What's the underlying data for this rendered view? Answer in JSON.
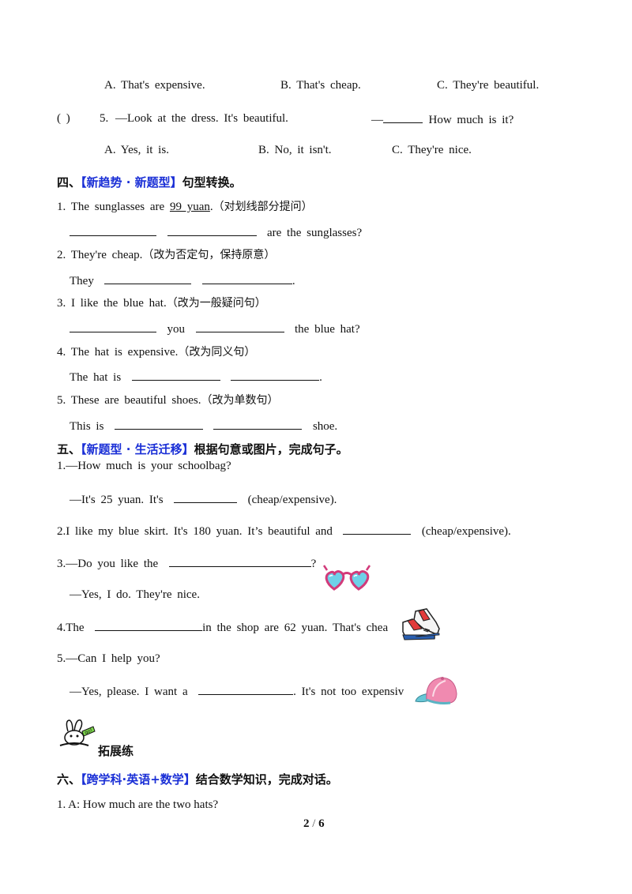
{
  "q4_options": {
    "a": "A.  That's  expensive.",
    "b": "B.  That's  cheap.",
    "c": "C.  They're  beautiful."
  },
  "q5": {
    "paren": "(        )",
    "num": "5.",
    "prompt": "—Look  at  the  dress.  It's  beautiful.",
    "dash": "—",
    "tail": "How  much  is  it?",
    "a": "A.  Yes,  it  is.",
    "b": "B.  No,  it  isn't.",
    "c": "C.  They're  nice."
  },
  "section4": {
    "prefix": "四、",
    "tag": "【新趋势 · 新题型】",
    "title": "句型转换。",
    "items": [
      {
        "a": "1.  The  sunglasses  are  ",
        "u": "99  yuan",
        "b": ".",
        "note": "（对划线部分提问）"
      },
      {
        "a": "2.  They're  cheap.",
        "note": "（改为否定句，保持原意）"
      },
      {
        "a": "3.  I  like  the  blue  hat.",
        "note": "（改为一般疑问句）"
      },
      {
        "a": "4.  The  hat  is  expensive.",
        "note": "（改为同义句）"
      },
      {
        "a": "5.  These  are  beautiful  shoes.",
        "note": "（改为单数句）"
      }
    ],
    "answers": {
      "a1": "are  the  sunglasses?",
      "a2_pre": "They",
      "a2_end": ".",
      "a3_mid": "you",
      "a3_end": "the  blue  hat?",
      "a4_pre": "The  hat  is",
      "a4_end": ".",
      "a5_pre": "This  is",
      "a5_end": "shoe."
    }
  },
  "section5": {
    "prefix": "五、",
    "tag": "【新题型 · 生活迁移】",
    "title": "根据句意或图片，完成句子。",
    "l1": "1.—How  much  is  your  schoolbag?",
    "l2a": "—It's  25  yuan.  It's",
    "l2b": "(cheap/expensive).",
    "l3a": "2.I  like  my  blue  skirt.  It's  180  yuan.  It’s  beautiful  and",
    "l3b": "(cheap/expensive).",
    "l4a": "3.—Do  you  like  the",
    "l4b": "?",
    "l5": "—Yes,  I  do.  They're  nice.",
    "l6a": "4.The",
    "l6b": "in  the  shop  are  62  yuan.  That's  chea",
    "l7": "5.—Can  I  help  you?",
    "l8a": "—Yes,  please.  I  want  a",
    "l8b": ".  It's  not  too  expensiv"
  },
  "extension": {
    "label": "拓展练",
    "badge": "go!"
  },
  "section6": {
    "prefix": "六、",
    "tag": "【跨学科·英语+数学】",
    "title": "结合数学知识，完成对话。",
    "l1": "1. A: How much are the two hats?"
  },
  "page": {
    "current": "2",
    "sep": "/",
    "total": "6"
  }
}
